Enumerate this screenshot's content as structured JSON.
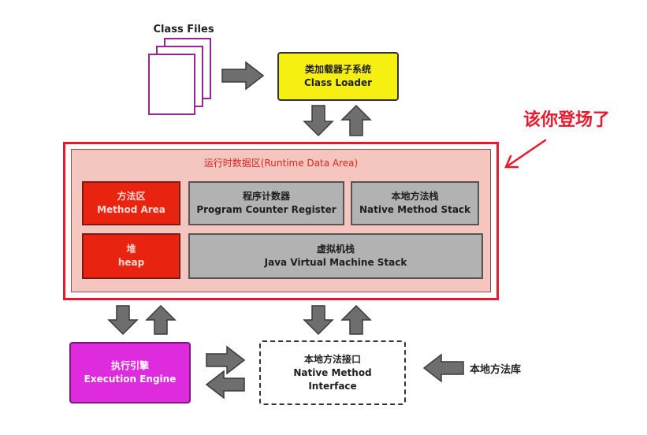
{
  "class_files": {
    "label": "Class Files"
  },
  "class_loader": {
    "zh": "类加载器子系统",
    "en": "Class Loader"
  },
  "runtime_area": {
    "title": "运行时数据区(Runtime Data Area)"
  },
  "method_area": {
    "zh": "方法区",
    "en": "Method Area"
  },
  "program_counter": {
    "zh": "程序计数器",
    "en": "Program Counter Register"
  },
  "native_method_stack": {
    "zh": "本地方法栈",
    "en": "Native Method Stack"
  },
  "heap": {
    "zh": "堆",
    "en": "heap"
  },
  "jvm_stack": {
    "zh": "虚拟机栈",
    "en": "Java Virtual Machine Stack"
  },
  "execution_engine": {
    "zh": "执行引擎",
    "en": "Execution Engine"
  },
  "native_interface": {
    "zh": "本地方法接口",
    "en_line1": "Native Method",
    "en_line2": "Interface"
  },
  "native_library": {
    "label": "本地方法库"
  },
  "annotation": {
    "text": "该你登场了"
  },
  "colors": {
    "highlight": "#e8192c",
    "red_box": "#e8230f",
    "gray_box": "#b2b2b2",
    "loader": "#f6f012",
    "engine": "#dd2bdd",
    "runtime_bg": "#f4c6bf",
    "arrow": "#6e6e6e"
  }
}
